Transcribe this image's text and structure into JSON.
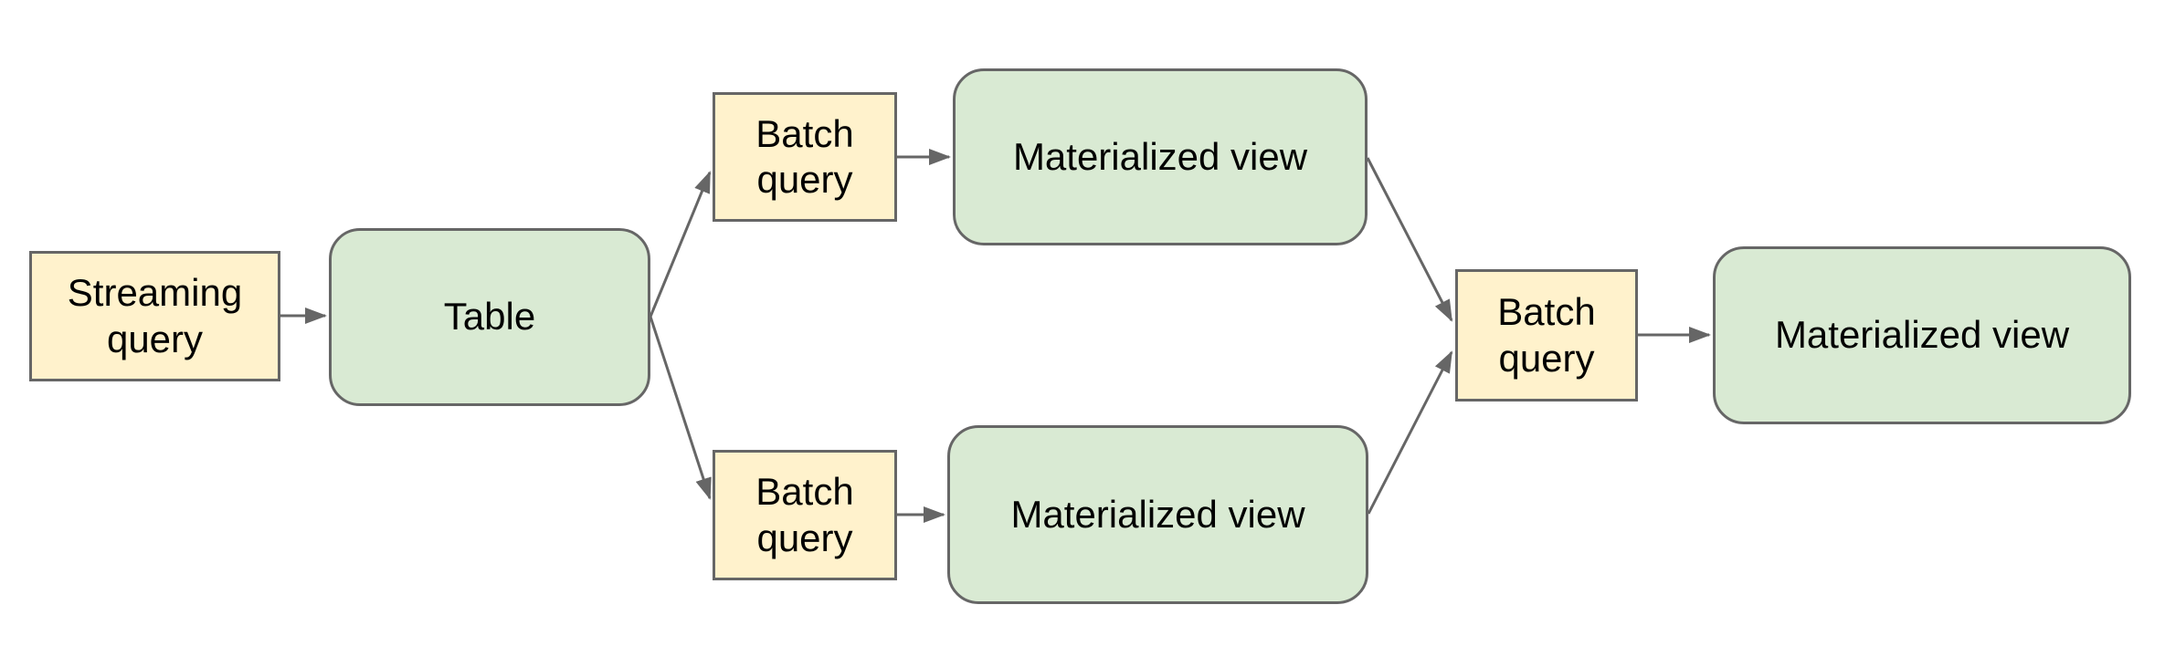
{
  "diagram": {
    "colors": {
      "query_fill": "#fff2cc",
      "view_fill": "#d9ead3",
      "outline": "#666666",
      "arrow": "#666666",
      "text": "#000000",
      "background": "#ffffff"
    },
    "nodes": {
      "streaming_query": {
        "label": "Streaming query",
        "type": "query"
      },
      "table": {
        "label": "Table",
        "type": "table"
      },
      "batch_query_top": {
        "label": "Batch query",
        "type": "query"
      },
      "materialized_view_top": {
        "label": "Materialized view",
        "type": "view"
      },
      "batch_query_bottom": {
        "label": "Batch query",
        "type": "query"
      },
      "materialized_view_bottom": {
        "label": "Materialized view",
        "type": "view"
      },
      "batch_query_right": {
        "label": "Batch query",
        "type": "query"
      },
      "materialized_view_final": {
        "label": "Materialized view",
        "type": "view"
      }
    },
    "edges": [
      {
        "from": "streaming_query",
        "to": "table"
      },
      {
        "from": "table",
        "to": "batch_query_top"
      },
      {
        "from": "table",
        "to": "batch_query_bottom"
      },
      {
        "from": "batch_query_top",
        "to": "materialized_view_top"
      },
      {
        "from": "batch_query_bottom",
        "to": "materialized_view_bottom"
      },
      {
        "from": "materialized_view_top",
        "to": "batch_query_right"
      },
      {
        "from": "materialized_view_bottom",
        "to": "batch_query_right"
      },
      {
        "from": "batch_query_right",
        "to": "materialized_view_final"
      }
    ]
  }
}
